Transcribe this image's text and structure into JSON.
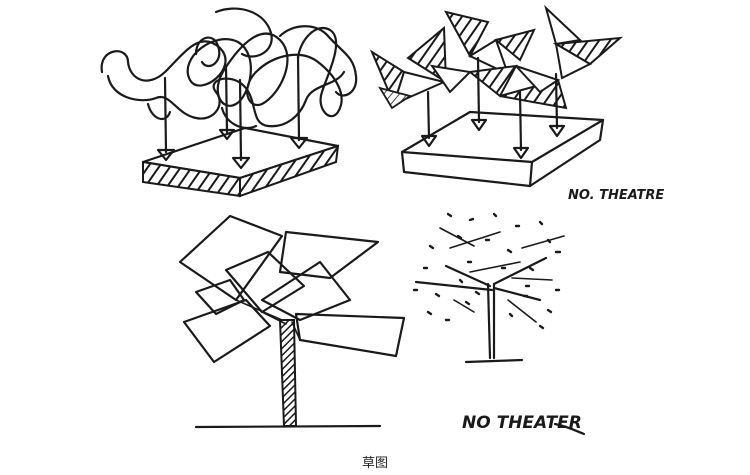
{
  "sketch": {
    "label_top_right": "NO. THEATRE",
    "label_bottom_right": "NO THEATER"
  },
  "caption": "草图"
}
